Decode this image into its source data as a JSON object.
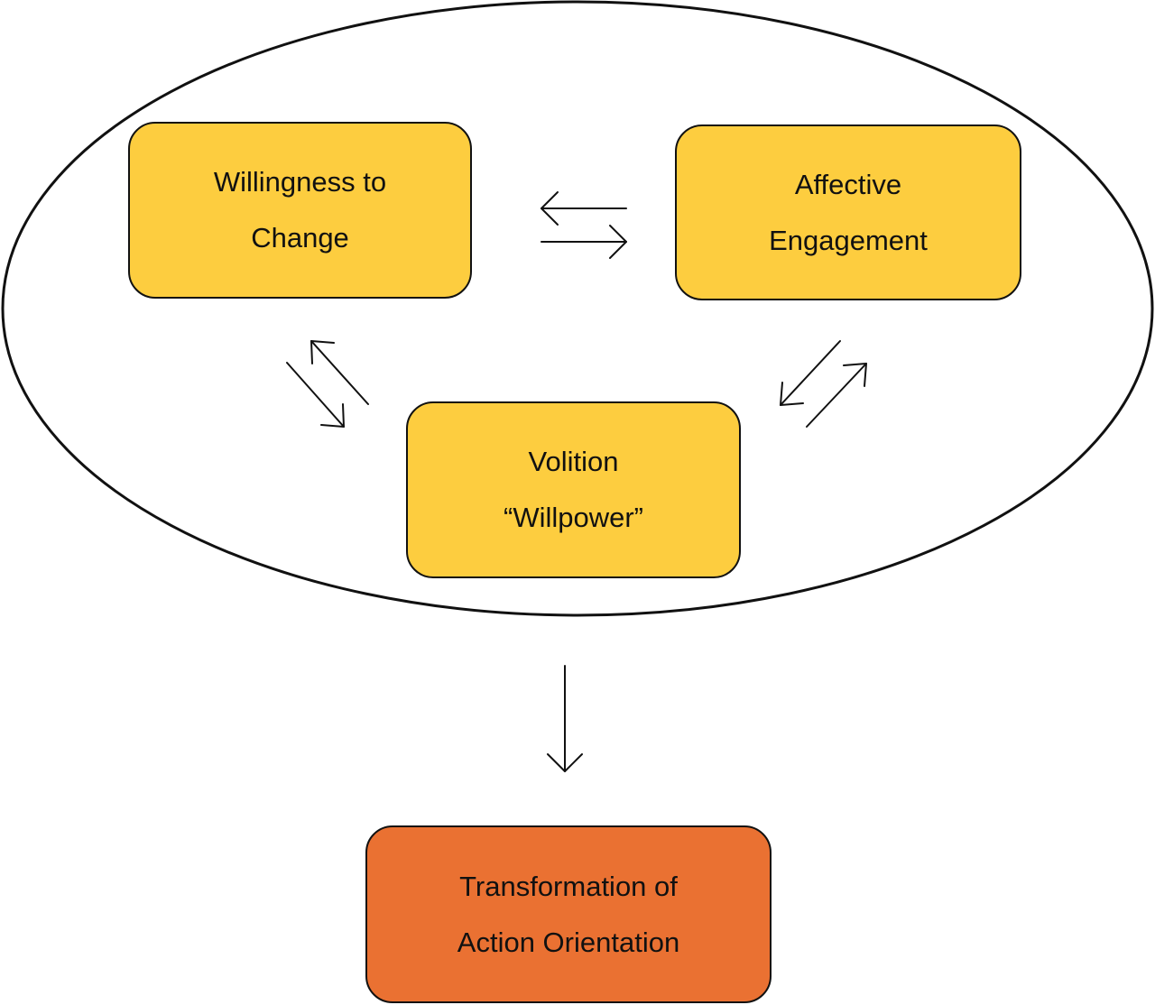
{
  "colors": {
    "box_yellow": "#FDCD3F",
    "box_orange": "#EA7132",
    "stroke": "#111111",
    "background": "#FFFFFF"
  },
  "nodes": {
    "willingness": {
      "line1": "Willingness to",
      "line2": "Change"
    },
    "affective": {
      "line1": "Affective",
      "line2": "Engagement"
    },
    "volition": {
      "line1": "Volition",
      "line2": "“Willpower”"
    },
    "transformation": {
      "line1": "Transformation of",
      "line2": "Action Orientation"
    }
  },
  "edges": [
    {
      "from": "willingness",
      "to": "affective",
      "type": "bidirectional"
    },
    {
      "from": "willingness",
      "to": "volition",
      "type": "bidirectional"
    },
    {
      "from": "volition",
      "to": "affective",
      "type": "bidirectional"
    },
    {
      "from": "core-group",
      "to": "transformation",
      "type": "directed"
    }
  ]
}
